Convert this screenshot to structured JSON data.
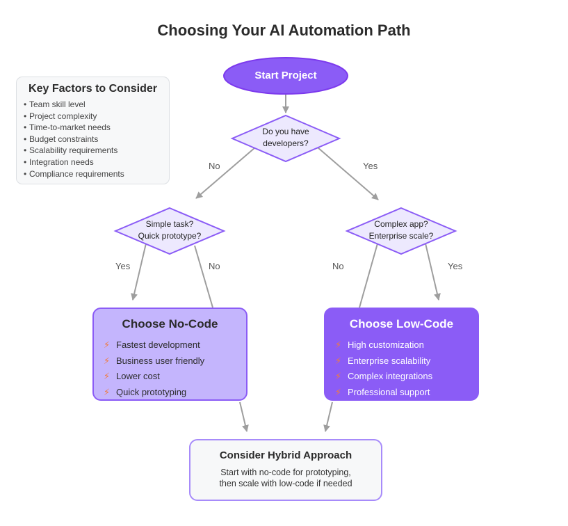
{
  "title": "Choosing Your AI Automation Path",
  "factors": {
    "title": "Key Factors to Consider",
    "items": [
      "Team skill level",
      "Project complexity",
      "Time-to-market needs",
      "Budget constraints",
      "Scalability requirements",
      "Integration needs",
      "Compliance requirements"
    ]
  },
  "start": {
    "label": "Start Project"
  },
  "decision_developers": {
    "line1": "Do you have",
    "line2": "developers?"
  },
  "decision_simple": {
    "line1": "Simple task?",
    "line2": "Quick prototype?"
  },
  "decision_complex": {
    "line1": "Complex app?",
    "line2": "Enterprise scale?"
  },
  "edges": {
    "dev_no": "No",
    "dev_yes": "Yes",
    "simple_yes": "Yes",
    "simple_no": "No",
    "complex_no": "No",
    "complex_yes": "Yes"
  },
  "nocode": {
    "title": "Choose No-Code",
    "items": [
      "Fastest development",
      "Business user friendly",
      "Lower cost",
      "Quick prototyping"
    ]
  },
  "lowcode": {
    "title": "Choose Low-Code",
    "items": [
      "High customization",
      "Enterprise scalability",
      "Complex integrations",
      "Professional support"
    ]
  },
  "hybrid": {
    "title": "Consider Hybrid Approach",
    "line1": "Start with no-code for prototyping,",
    "line2": "then scale with low-code if needed"
  },
  "colors": {
    "purple_dark": "#8b5cf6",
    "purple_light": "#c4b5fd",
    "diamond_fill": "#ede9fe",
    "arrow": "#9e9e9e",
    "bolt": "#f07b3f"
  },
  "icons": {
    "bullet": "•",
    "bolt": "⚡"
  }
}
